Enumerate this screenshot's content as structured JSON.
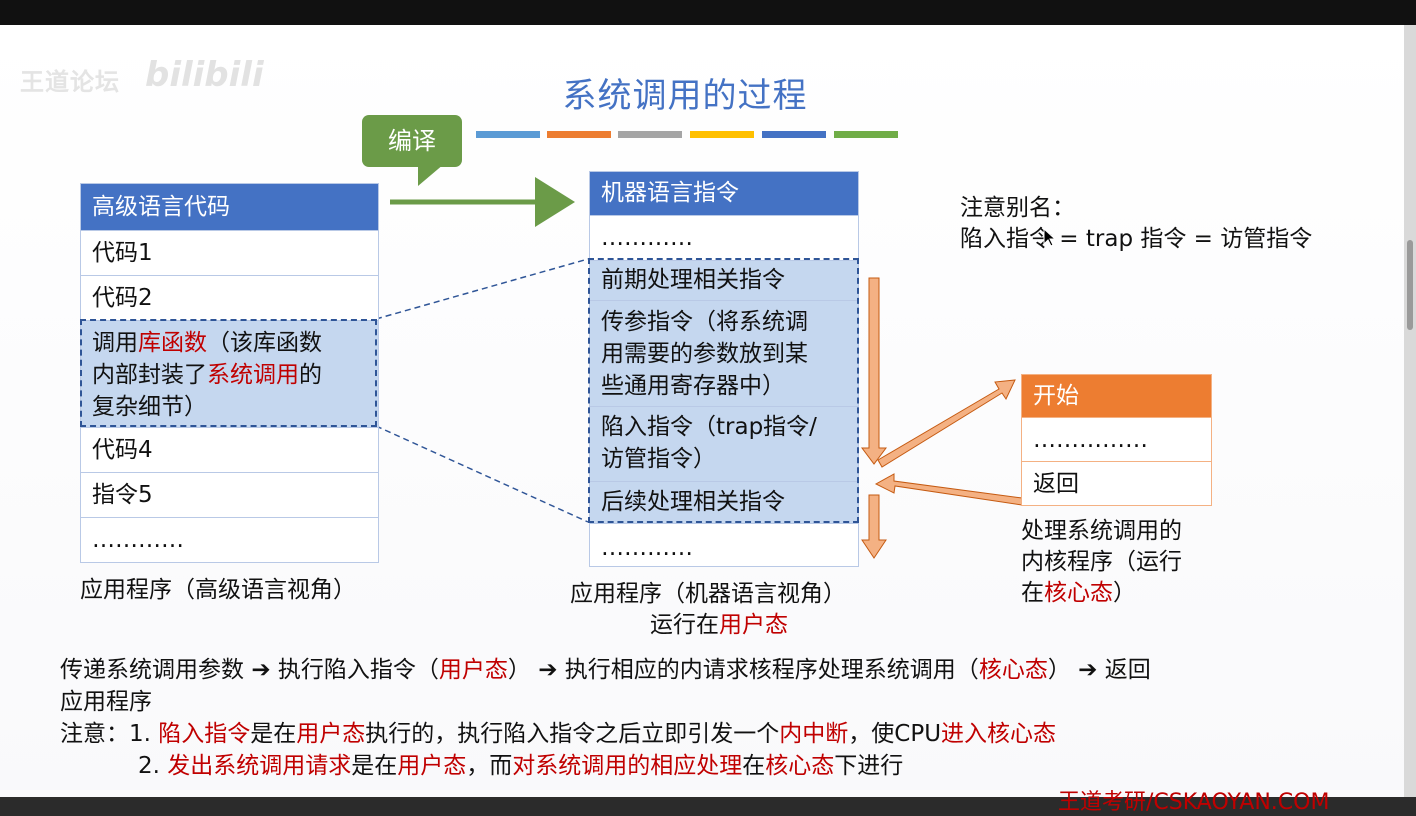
{
  "title": "系统调用的过程",
  "watermark": {
    "text": "王道论坛",
    "logo": "bilibili"
  },
  "compile_label": "编译",
  "title_bar_colors": [
    "#5b9bd5",
    "#ed7d31",
    "#a5a5a5",
    "#ffc000",
    "#4472c4",
    "#70ad47"
  ],
  "high_level": {
    "header": "高级语言代码",
    "rows": {
      "r1": "代码1",
      "r2": "代码2",
      "call_a": "调用",
      "call_b": "库函数",
      "call_c": "（该库函数",
      "call_d": "内部封装了",
      "call_e": "系统调用",
      "call_f": "的",
      "call_g": "复杂细节）",
      "r4": "代码4",
      "r5": "指令5",
      "r6": "…………"
    },
    "caption": "应用程序（高级语言视角）"
  },
  "machine": {
    "header": "机器语言指令",
    "rows": {
      "r0": "…………",
      "pre": "前期处理相关指令",
      "param1": "传参指令（将系统调",
      "param2": "用需要的参数放到某",
      "param3": "些通用寄存器中）",
      "trap1": "陷入指令（trap指令/",
      "trap2": "访管指令）",
      "post": "后续处理相关指令",
      "end": "…………"
    },
    "caption1": "应用程序（机器语言视角）",
    "caption2a": "运行在",
    "caption2b": "用户态"
  },
  "alias": {
    "line1": "注意别名：",
    "line2": "陷入指令 = trap 指令 = 访管指令"
  },
  "kernel": {
    "header": "开始",
    "row1": "……………",
    "row2": "返回",
    "caption1": "处理系统调用的",
    "caption2": "内核程序（运行",
    "caption3a": "在",
    "caption3b": "核心态",
    "caption3c": "）"
  },
  "flow": {
    "a": "传递系统调用参数 ",
    "arrow1": "➔",
    "b": " 执行陷入指令（",
    "c": "用户态",
    "d": "） ",
    "arrow2": "➔",
    "e": " 执行相应的内请求核程序处理系统调用（",
    "f": "核心态",
    "g": "） ",
    "arrow3": "➔",
    "h": " 返回",
    "line2": "应用程序"
  },
  "notes": {
    "prefix": "注意：",
    "n1_num": "1. ",
    "n1_a": "陷入指令",
    "n1_b": "是在",
    "n1_c": "用户态",
    "n1_d": "执行的，执行陷入指令之后立即引发一个",
    "n1_e": "内中断",
    "n1_f": "，使CPU",
    "n1_g": "进入核心态",
    "n2_num": "2. ",
    "n2_a": "发出系统调用请求",
    "n2_b": "是在",
    "n2_c": "用户态",
    "n2_d": "，而",
    "n2_e": "对系统调用的相应处理",
    "n2_f": "在",
    "n2_g": "核心态",
    "n2_h": "下进行"
  },
  "footer": "王道考研/CSKAOYAN.COM"
}
